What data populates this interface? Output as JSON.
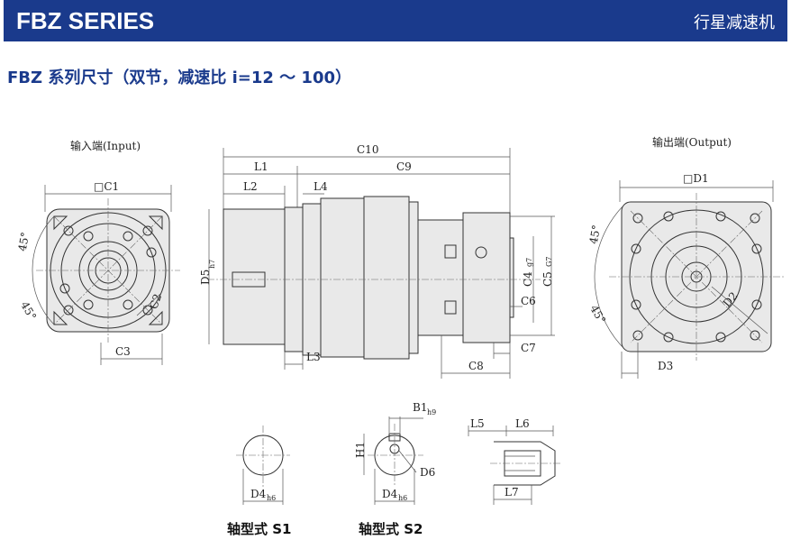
{
  "header": {
    "title": "FBZ SERIES",
    "subtitle_right": "行星减速机"
  },
  "section_title": "FBZ 系列尺寸（双节，减速比 i=12 ～ 100）",
  "views": {
    "input": {
      "title": "输入端(Input)",
      "c1": "□C1",
      "c2": "C2",
      "c3": "C3",
      "angle_top": "45°",
      "angle_bottom": "45°"
    },
    "side": {
      "c10": "C10",
      "l1": "L1",
      "c9": "C9",
      "l2": "L2",
      "l4": "L4",
      "d5": "D5",
      "d5_sub": "h7",
      "c4": "C4",
      "c4_sub": "g7",
      "c5": "C5",
      "c5_sub": "G7",
      "c6": "C6",
      "c7": "C7",
      "c8": "C8",
      "l3": "L3"
    },
    "output": {
      "title": "输出端(Output)",
      "d1": "□D1",
      "d2": "D2",
      "d3": "D3",
      "angle_top": "45°",
      "angle_bottom": "45°"
    }
  },
  "shafts": {
    "s1": {
      "d4": "D4",
      "d4_sub": "h6",
      "caption": "轴型式 S1"
    },
    "s2": {
      "b1": "B1",
      "b1_sub": "h9",
      "h1": "H1",
      "d6": "D6",
      "d4": "D4",
      "d4_sub": "h6",
      "caption": "轴型式 S2"
    },
    "s3": {
      "l5": "L5",
      "l6": "L6",
      "l7": "L7"
    }
  },
  "colors": {
    "header_bg": "#1a3a8c",
    "title_blue": "#1a3a8c"
  }
}
